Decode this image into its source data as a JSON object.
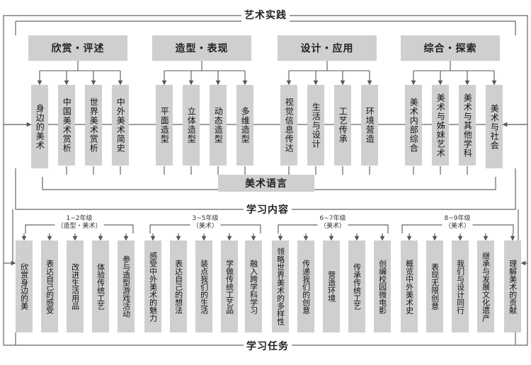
{
  "titles": {
    "art_practice": "艺术实践",
    "art_language": "美术语言",
    "learning_content": "学习内容",
    "learning_tasks": "学习任务"
  },
  "categories": [
    "欣赏・评述",
    "造型・表现",
    "设计・应用",
    "综合・探索"
  ],
  "content_items": [
    "身边的美术",
    "中国美术赏析",
    "世界美术赏析",
    "中外美术简史",
    "平面造型",
    "立体造型",
    "动态造型",
    "多维造型",
    "视觉信息传达",
    "生活与设计",
    "工艺传承",
    "环境营造",
    "美术内部综合",
    "美术与姊妹艺术",
    "美术与其他学科",
    "美术与社会"
  ],
  "grade_groups": [
    {
      "grade": "1~2年级",
      "sub": "（造型・美术）"
    },
    {
      "grade": "3~5年级",
      "sub": "（美术）"
    },
    {
      "grade": "6~7年级",
      "sub": "（美术）"
    },
    {
      "grade": "8~9年级",
      "sub": "（美术）"
    }
  ],
  "tasks": [
    "欣赏身边的美",
    "表达自己的感受",
    "改进生活用品",
    "体验传统工艺",
    "参与造型游戏活动",
    "感受中外美术的魅力",
    "表达自己的想法",
    "装点我们的生活",
    "学做传统工艺品",
    "融入跨学科学习",
    "领略世界美术的多样性",
    "传递我们的创意",
    "营造环境",
    "传承传统工艺",
    "创编校园微电影",
    "概览中外美术史",
    "表现无限创意",
    "我们与设计同行",
    "继承与发展文化遗产",
    "理解美术的贡献"
  ]
}
